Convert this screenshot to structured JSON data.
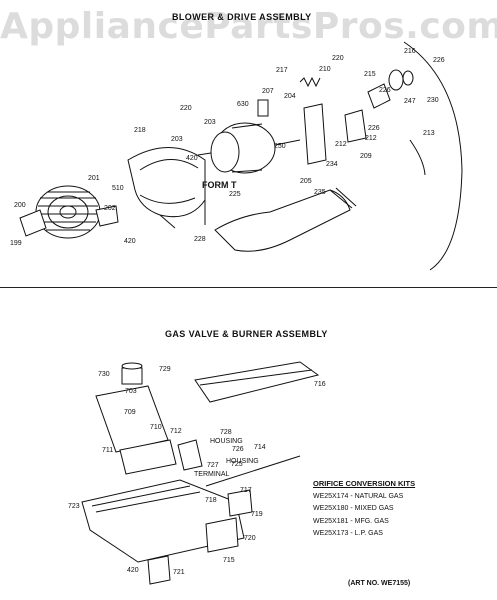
{
  "watermark": "AppliancePartsPros.com",
  "sections": {
    "blower": {
      "title": "BLOWER & DRIVE ASSEMBLY",
      "form_label": "FORM T"
    },
    "gas": {
      "title": "GAS VALVE & BURNER ASSEMBLY"
    }
  },
  "blower_parts": [
    "199",
    "200",
    "201",
    "202",
    "203",
    "203",
    "204",
    "205",
    "207",
    "209",
    "210",
    "212",
    "212",
    "213",
    "215",
    "216",
    "217",
    "218",
    "220",
    "220",
    "225",
    "226",
    "226",
    "226",
    "228",
    "230",
    "234",
    "235",
    "247",
    "250",
    "420",
    "420",
    "510",
    "630"
  ],
  "gas_parts": [
    "420",
    "703",
    "709",
    "710",
    "711",
    "712",
    "714",
    "715",
    "716",
    "717",
    "718",
    "719",
    "720",
    "721",
    "723",
    "725",
    "726",
    "727",
    "728",
    "729",
    "730"
  ],
  "gas_labels": {
    "housing_a": "HOUSING",
    "housing_b": "HOUSING",
    "terminal": "TERMINAL"
  },
  "orifice_kits": {
    "header": "ORIFICE CONVERSION KITS",
    "items": [
      "WE25X174 - NATURAL GAS",
      "WE25X180 - MIXED GAS",
      "WE25X181 - MFG. GAS",
      "WE25X173 - L.P. GAS"
    ]
  },
  "art_no": "(ART NO. WE7155)"
}
